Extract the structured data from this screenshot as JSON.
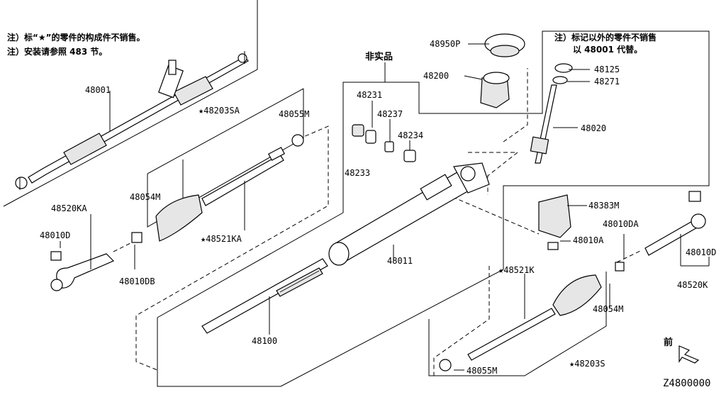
{
  "notes": {
    "note1": "注）标“★”的零件的构成件不销售。",
    "note2": "注）安装请参照 483 节。",
    "note3": "注）标记以外的零件不销售",
    "note4": "以 48001 代替。",
    "non_real": "非实品"
  },
  "labels": {
    "p48001": "48001",
    "p48203SA": "★48203SA",
    "p48055M_top": "48055M",
    "p48054M_left": "48054M",
    "p48520KA": "48520KA",
    "p48010D_left": "48010D",
    "p48010DB": "48010DB",
    "p48521KA": "★48521KA",
    "p48231": "48231",
    "p48237": "48237",
    "p48234": "48234",
    "p48233": "48233",
    "p48950P": "48950P",
    "p48200": "48200",
    "p48125": "48125",
    "p48271": "48271",
    "p48020": "48020",
    "p48383M": "48383M",
    "p48010A": "48010A",
    "p48010DA": "48010DA",
    "p48011": "48011",
    "p48100": "48100",
    "p48521K": "★48521K",
    "p48054M_right": "48054M",
    "p48055M_bottom": "48055M",
    "p48203S": "★48203S",
    "p48010D_right": "48010D",
    "p48520K": "48520K"
  },
  "front_arrow": "前",
  "diagram_id": "Z4800000"
}
